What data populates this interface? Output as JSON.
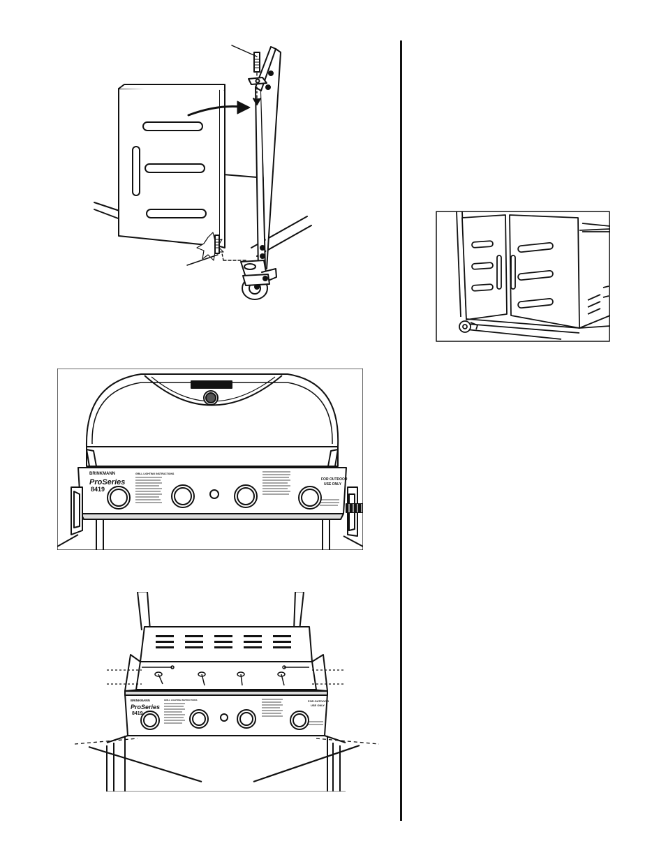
{
  "grill": {
    "brand": "BRINKMANN",
    "line": "ProSeries",
    "model": "8419",
    "lighting_title": "GRILL LIGHTING INSTRUCTIONS",
    "outdoor_line1": "FOR OUTDOOR",
    "outdoor_line2": "USE ONLY"
  }
}
